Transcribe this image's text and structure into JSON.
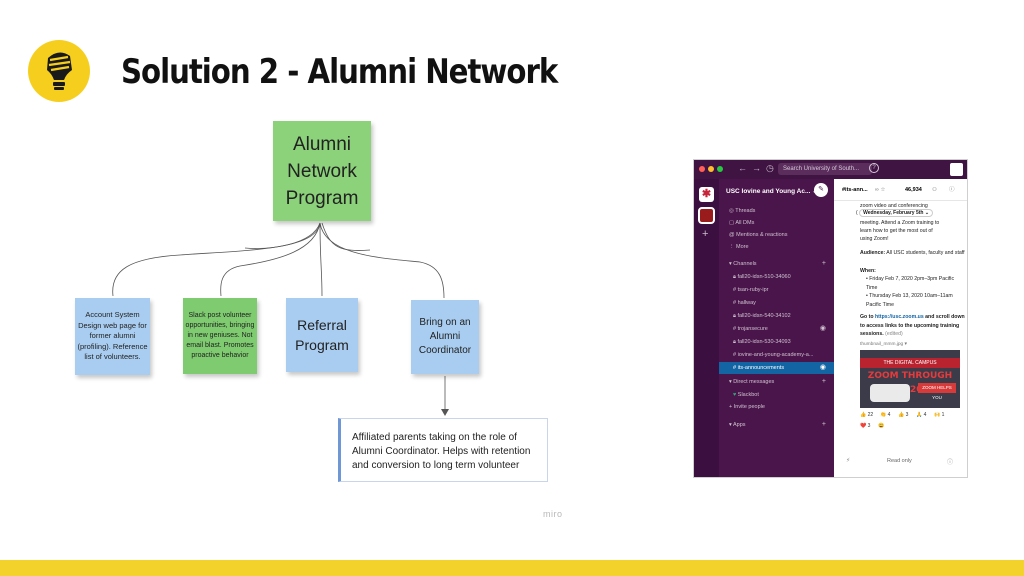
{
  "slide": {
    "title": "Solution 2 - Alumni Network"
  },
  "colors": {
    "accent_yellow": "#f3d22b",
    "sticky_green": "#8bd27a",
    "sticky_blue": "#a9cdf0",
    "slack_sidebar": "#4a154b",
    "slack_active": "#1264a3"
  },
  "logo": {
    "icon": "lightbulb-icon"
  },
  "board": {
    "main_sticky": "Alumni Network Program",
    "account_sticky": "Account System Design web page for former alumni (profiling). Reference list of volunteers.",
    "slack_sticky": "Slack post volunteer opportunities, bringing in new geniuses. Not email blast. Promotes proactive behavior",
    "referral_sticky": "Referral Program",
    "bring_sticky": "Bring on an Alumni Coordinator",
    "note": "Affiliated parents taking on the role of Alumni Coordinator. Helps with retention and conversion to long term volunteer",
    "watermark": "miro"
  },
  "slack": {
    "search_placeholder": "Search University of South...",
    "workspace_name": "USC Iovine and Young Ac... ⌄",
    "sidebar": {
      "threads": "Threads",
      "all_dms": "All DMs",
      "mentions": "Mentions & reactions",
      "more": "More",
      "channels_header": "Channels",
      "channels": [
        "fall20-idsn-510-34060",
        "tsan-ruby-ipr",
        "hallway",
        "fall20-idsn-540-34102",
        "trojansecure",
        "fall20-idsn-530-34093",
        "iovine-and-young-academy-a...",
        "its-announcements"
      ],
      "dm_header": "Direct messages",
      "dm_slackbot": "Slackbot",
      "invite": "Invite people",
      "apps": "Apps"
    },
    "channel": {
      "name": "#its-ann...",
      "members": "46,934"
    },
    "message": {
      "line1": "zoom video and conferencing",
      "line2_prefix": "meeting. Attend a Zoom training to",
      "date_pill": "Wednesday, February 5th ⌄",
      "line3": "learn how to get the most out of",
      "line4": "using Zoom!",
      "audience_label": "Audience:",
      "audience_text": "All USC students, faculty and staff",
      "when_label": "When:",
      "when_1": "Friday Feb 7, 2020  2pm–3pm Pacific Time",
      "when_2": "Thursday Feb 13, 2020 10am–11am Pacific Time",
      "go_to": "Go to",
      "link": "https://usc.zoom.us",
      "go_to_rest": "and scroll down to access links to the upcoming training sessions.",
      "edited": "(edited)",
      "attachment": "thumbnail_mmm.jpg ▾",
      "thumb_band": "THE DIGITAL CAMPUS",
      "thumb_title": "ZOOM THROUGH 2020",
      "thumb_helps": "ZOOM HELPS YOU"
    },
    "reactions": [
      "👍 22",
      "👏 4",
      "👍 3",
      "🙏 4",
      "🙌 1",
      "❤️ 3",
      "😄"
    ],
    "read_only": "Read only"
  }
}
